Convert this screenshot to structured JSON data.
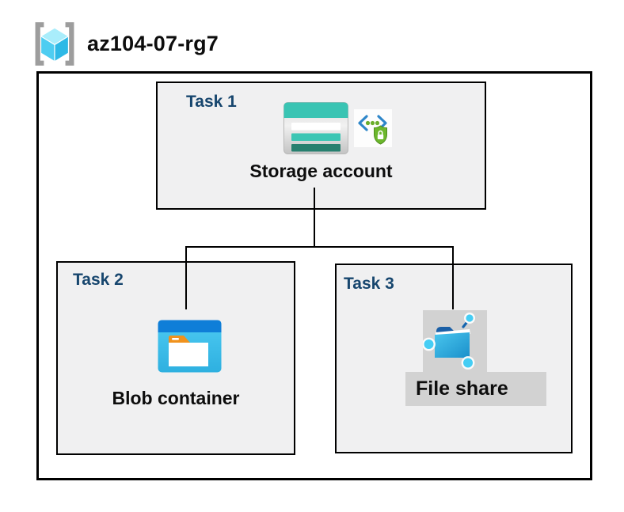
{
  "header": {
    "title": "az104-07-rg7",
    "icon": "resource-group-icon"
  },
  "tasks": [
    {
      "label": "Task 1",
      "resource": "Storage account",
      "icons": [
        "storage-account-icon",
        "secure-endpoint-icon"
      ]
    },
    {
      "label": "Task 2",
      "resource": "Blob container",
      "icons": [
        "blob-container-icon"
      ]
    },
    {
      "label": "Task 3",
      "resource": "File share",
      "icons": [
        "file-share-icon"
      ]
    }
  ],
  "connections": [
    {
      "from": "Storage account",
      "to": "Blob container"
    },
    {
      "from": "Storage account",
      "to": "File share"
    }
  ],
  "colors": {
    "task_label": "#17466e",
    "task_box_fill": "#f0f0f1",
    "border": "#000000",
    "storage_teal": "#39c4b3",
    "storage_teal_dark": "#27806f",
    "blob_header_blue": "#0f7ed8",
    "blob_body_blue": "#3fc1ec",
    "folder_tab_orange": "#f0921d",
    "fileshare_gray": "#d2d2d2",
    "shield_green": "#6cb72c",
    "bracket_blue": "#2e86c9",
    "rg_bracket_gray": "#9d9d9d",
    "rg_cube_cyan": "#4ecdf1"
  }
}
